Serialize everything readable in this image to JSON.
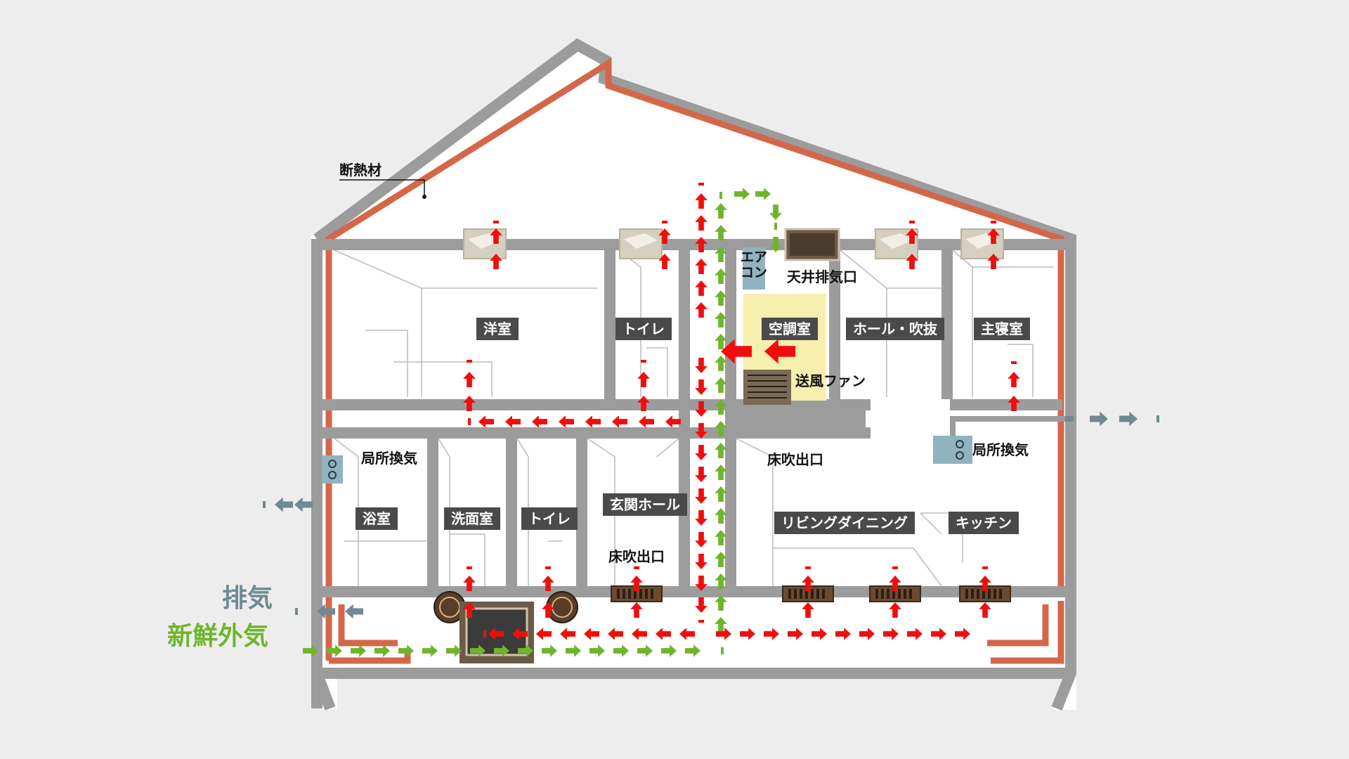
{
  "colors": {
    "background": "#eeeded",
    "wall": "#9c9c9c",
    "insulation": "#d4674a",
    "exhaust_flow": "#f20d0d",
    "fresh_air_flow": "#6fb52c",
    "outside_exhaust": "#6e8a93",
    "ac_room": "#f6efae",
    "label_bg": "#4a4a4a"
  },
  "labels": {
    "insulation": "断熱材",
    "aircon": "エアコン",
    "ceiling_exhaust": "天井排気口",
    "fan": "送風ファン",
    "floor_outlet_upper": "床吹出口",
    "floor_outlet_lower": "床吹出口",
    "local_vent_left": "局所換気",
    "local_vent_right": "局所換気"
  },
  "rooms": {
    "western_room": "洋室",
    "toilet_2f": "トイレ",
    "ac_room": "空調室",
    "hall_atrium": "ホール・吹抜",
    "master_bedroom": "主寝室",
    "bathroom": "浴室",
    "washroom": "洗面室",
    "toilet_1f": "トイレ",
    "entrance_hall": "玄関ホール",
    "living_dining": "リビングダイニング",
    "kitchen": "キッチン"
  },
  "legend": {
    "exhaust": "排気",
    "fresh_air": "新鮮外気"
  },
  "icons": {
    "exhaust_arrow": "arrow-up-icon",
    "fresh_air_arrow": "arrow-right-icon",
    "ceiling_vent": "ceiling-vent-icon",
    "floor_register": "floor-register-icon",
    "ventilation_fan": "ventilation-fan-icon"
  }
}
